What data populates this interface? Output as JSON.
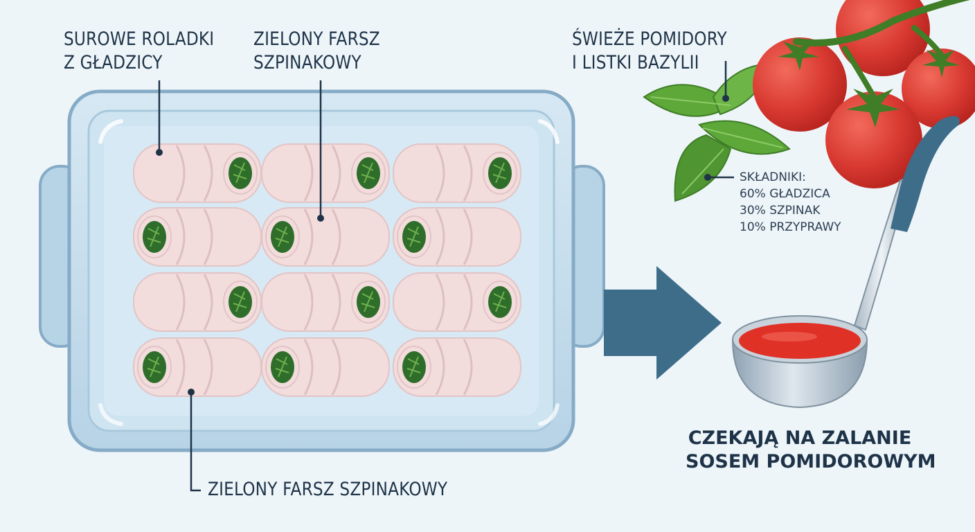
{
  "labels": {
    "rolls": {
      "line1": "SUROWE ROLADKI",
      "line2": "Z GŁADZICY"
    },
    "filling_top": {
      "line1": "ZIELONY FARSZ",
      "line2": "SZPINAKOWY"
    },
    "filling_bottom": "ZIELONY FARSZ SZPINAKOWY",
    "tomatoes": {
      "line1": "ŚWIEŻE POMIDORY",
      "line2": "I LISTKI BAZYLII"
    }
  },
  "ingredients": {
    "title": "SKŁADNIKI:",
    "items": [
      "60% GŁADZICA",
      "30% SZPINAK",
      "10% PRZYPRAWY"
    ]
  },
  "caption": {
    "line1": "CZEKAJĄ NA ZALANIE",
    "line2": "SOSEM POMIDOROWYM"
  },
  "colors": {
    "background": "#eef5f9",
    "dish": "#c3dcec",
    "dish_rim": "#86abc6",
    "fish": "#f3dcdc",
    "spinach": "#2f6e2a",
    "tomato": "#d93a32",
    "basil": "#5ea83a",
    "arrow": "#3e6d8a",
    "ladle_handle": "#3e6d8a",
    "sauce": "#e03127",
    "text": "#1e3348"
  }
}
